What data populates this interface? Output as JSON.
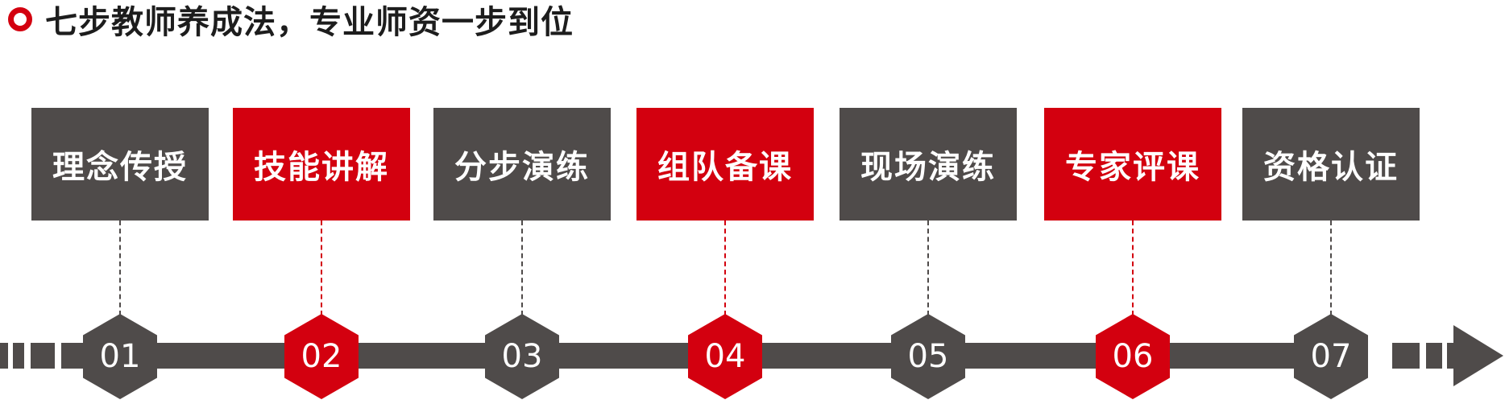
{
  "title": "七步教师养成法，专业师资一步到位",
  "steps": [
    {
      "label": "理念传授",
      "number": "01"
    },
    {
      "label": "技能讲解",
      "number": "02"
    },
    {
      "label": "分步演练",
      "number": "03"
    },
    {
      "label": "组队备课",
      "number": "04"
    },
    {
      "label": "现场演练",
      "number": "05"
    },
    {
      "label": "专家评课",
      "number": "06"
    },
    {
      "label": "资格认证",
      "number": "07"
    }
  ],
  "colors": {
    "accent": "#d3000f",
    "dark": "#4f4b4a"
  }
}
